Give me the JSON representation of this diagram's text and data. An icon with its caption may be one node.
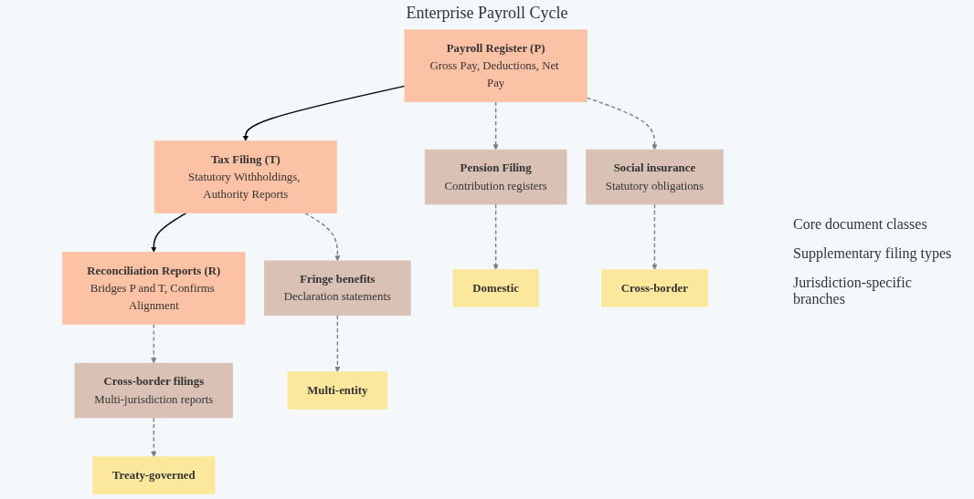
{
  "diagram": {
    "title": "Enterprise Payroll Cycle",
    "nodes": [
      {
        "text": [
          "Payroll Register (P)",
          "Gross Pay, Deductions, Net Pay"
        ]
      },
      {
        "text": [
          "Tax Filing (T)",
          "Statutory Withholdings, Authority Reports"
        ]
      },
      {
        "text": [
          "Reconciliation Reports (R)",
          "Bridges P and T, Confirms Alignment"
        ]
      },
      {
        "text": [
          "Pension Filing",
          "Contribution registers"
        ]
      },
      {
        "text": [
          "Social insurance",
          "Statutory obligations"
        ]
      },
      {
        "text": [
          "Fringe benefits",
          "Declaration statements"
        ]
      },
      {
        "text": [
          "Cross-border filings",
          "Multi-jurisdiction reports"
        ]
      },
      {
        "text": [
          "Domestic"
        ]
      },
      {
        "text": [
          "Cross-border"
        ]
      },
      {
        "text": [
          "Multi-entity"
        ]
      },
      {
        "text": [
          "Treaty-governed"
        ]
      }
    ],
    "edges": [
      {
        "from": 0,
        "to": 1,
        "arrow": "to",
        "color": "#000000"
      },
      {
        "from": 1,
        "to": 2,
        "arrow": "to",
        "color": "#000000"
      },
      {
        "from": 0,
        "to": 3,
        "arrow": "to",
        "style": "dashed"
      },
      {
        "from": 0,
        "to": 4,
        "arrow": "to",
        "style": "dashed"
      },
      {
        "from": 1,
        "to": 5,
        "arrow": "to",
        "style": "dashed"
      },
      {
        "from": 2,
        "to": 6,
        "arrow": "to",
        "style": "dashed"
      },
      {
        "from": 3,
        "to": 7,
        "arrow": "to",
        "style": "dashed"
      },
      {
        "from": 4,
        "to": 8,
        "arrow": "to",
        "style": "dashed"
      },
      {
        "from": 5,
        "to": 9,
        "arrow": "to",
        "style": "dashed"
      },
      {
        "from": 6,
        "to": 10,
        "arrow": "to",
        "style": "dashed"
      }
    ],
    "labels": [
      "Core document classes",
      "Supplementary filing types",
      "Jurisdiction-specific branches"
    ]
  }
}
